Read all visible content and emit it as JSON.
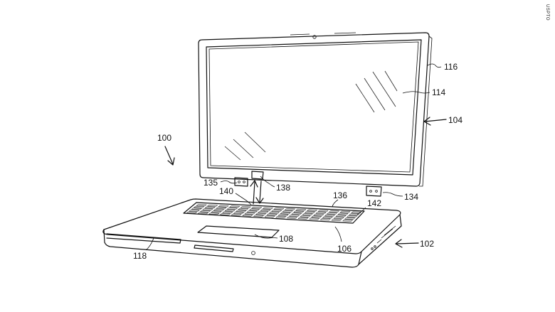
{
  "watermark": "USPTO",
  "labels": {
    "r100": "100",
    "r102": "102",
    "r104": "104",
    "r106": "106",
    "r108": "108",
    "r114": "114",
    "r116": "116",
    "r118": "118",
    "r134": "134",
    "r135": "135",
    "r136": "136",
    "r138": "138",
    "r140": "140",
    "r142": "142"
  }
}
